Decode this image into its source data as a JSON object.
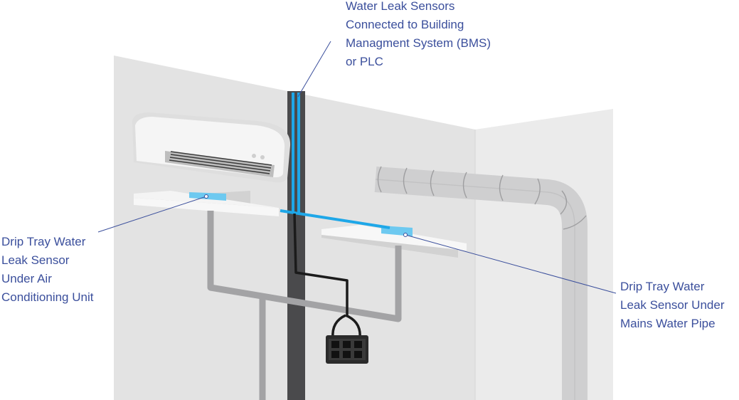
{
  "labels": {
    "bms": [
      "Water Leak Sensors",
      "Connected to Building",
      "Managment System (BMS)",
      "or PLC"
    ],
    "ac_tray": [
      "Drip Tray Water",
      "Leak Sensor",
      "Under Air",
      "Conditioning Unit"
    ],
    "pipe_tray": [
      "Drip Tray Water",
      "Leak Sensor Under",
      "Mains Water Pipe"
    ]
  },
  "colors": {
    "text": "#3b4f9c",
    "sensor_cable": "#1ea7e8",
    "sensor_pad": "#6dc9f0",
    "wall_left": "#e3e3e3",
    "wall_right": "#eaeaea",
    "pipe": "#a3a3a5",
    "conduit": "#4a4a4c"
  },
  "icons": [
    "air-conditioner-icon",
    "drip-tray-icon",
    "water-sensor-pad-icon",
    "duct-icon",
    "controller-box-icon"
  ]
}
